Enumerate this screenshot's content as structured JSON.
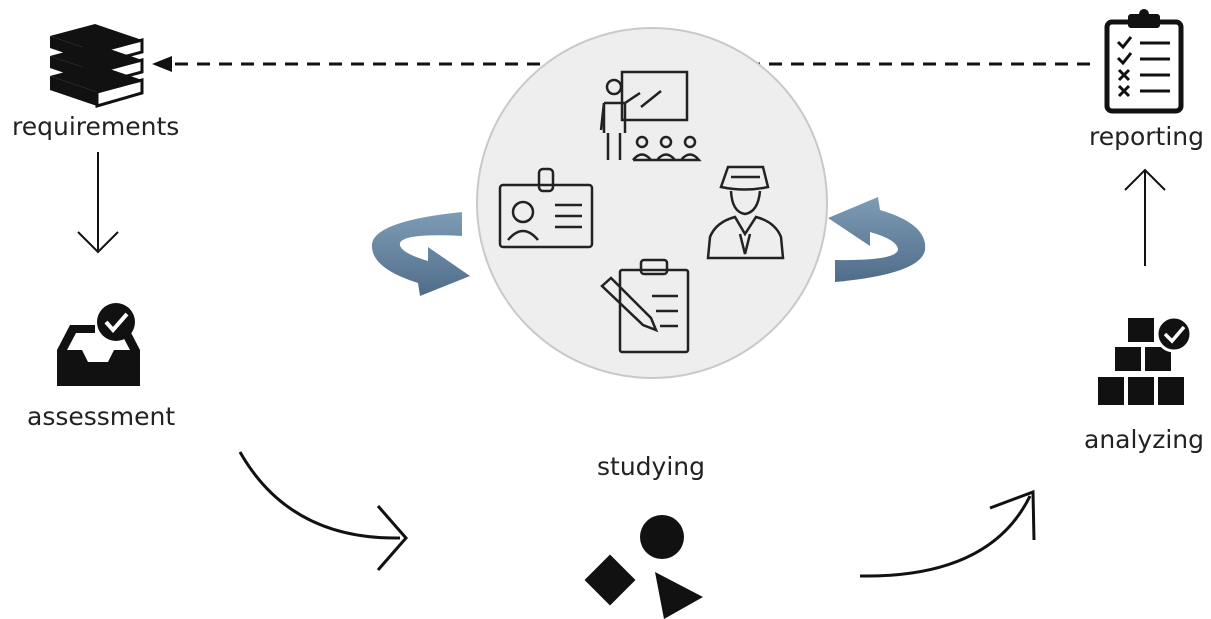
{
  "labels": {
    "requirements": "requirements",
    "assessment": "assessment",
    "studying": "studying",
    "analyzing": "analyzing",
    "reporting": "reporting"
  },
  "icons": {
    "requirements": "books-icon",
    "assessment": "inbox-check-icon",
    "studying": "shapes-icon",
    "analyzing": "boxes-check-icon",
    "reporting": "checklist-clipboard-icon",
    "center": [
      "presentation-icon",
      "id-badge-icon",
      "detective-icon",
      "clipboard-pen-icon"
    ]
  },
  "colors": {
    "ink": "#111111",
    "circle_fill": "#eeeeee",
    "circle_stroke": "#c9c9c9",
    "cycle_arrow": "#5e7d99"
  }
}
